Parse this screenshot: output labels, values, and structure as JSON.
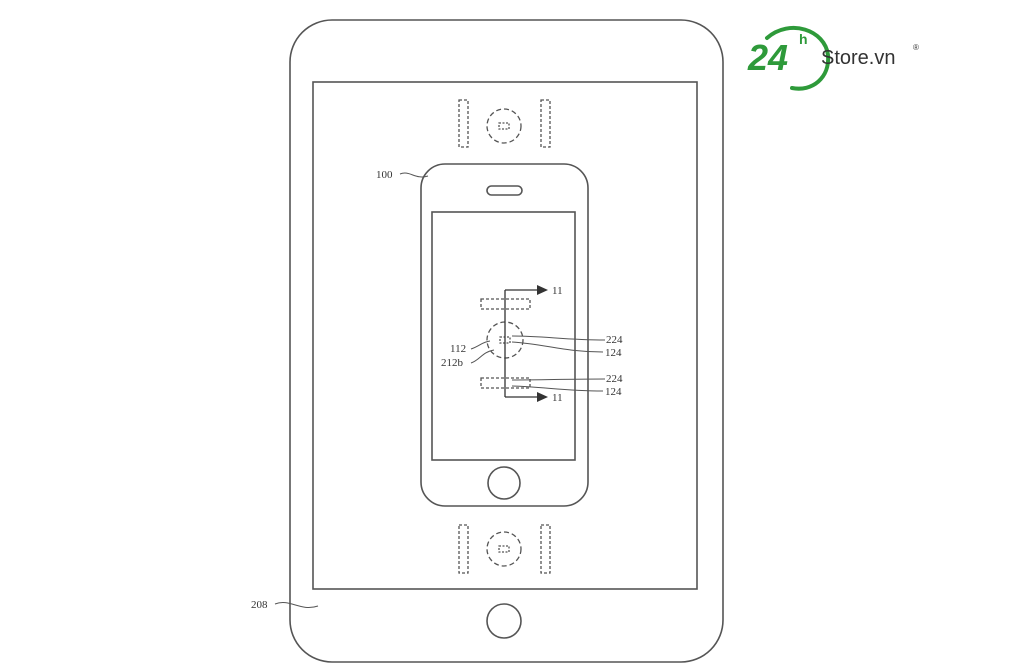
{
  "logo": {
    "number": "24",
    "superscript": "h",
    "store": "Store.vn",
    "registered": "®",
    "colors": {
      "green": "#2e9a3a",
      "dark": "#333333"
    }
  },
  "diagram": {
    "line_color": "#555555",
    "labels": {
      "tablet": "208",
      "phone": "100",
      "axis_top": "11",
      "axis_bottom": "11",
      "coil": "112",
      "magnet_array": "212b",
      "ref_224_a": "224",
      "ref_124_a": "124",
      "ref_224_b": "224",
      "ref_124_b": "124"
    }
  }
}
